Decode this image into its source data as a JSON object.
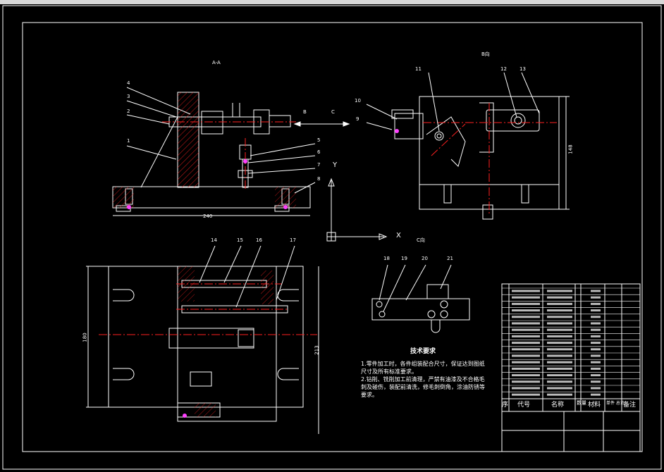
{
  "window": {
    "title_bar_glyph": ""
  },
  "drawing": {
    "views": {
      "section_aa": "A-A",
      "view_b": "B向",
      "view_c": "C向"
    },
    "view_direction_labels": {
      "b": "B",
      "c": "C",
      "axis_y": "Y",
      "axis_x": "X"
    },
    "part_numbers": [
      "1",
      "2",
      "3",
      "4",
      "5",
      "6",
      "7",
      "8",
      "9",
      "10",
      "11",
      "12",
      "13",
      "14",
      "15",
      "16",
      "17",
      "18",
      "19",
      "20",
      "21"
    ],
    "dimensions": {
      "d240": "240",
      "d148": "148",
      "d180": "180",
      "d213": "213"
    },
    "technical_requirements": {
      "title": "技术要求",
      "items": [
        "1.零件加工时，各件组装配合尺寸，保证达到图纸尺寸及所有标准要求。",
        "2.钻削、铣削加工前清理，严禁有油漆及不合格毛刺及碰伤，装配前清洗，修毛刺倒角，涂油防锈等要求。"
      ]
    },
    "bom": {
      "header": {
        "seq": "序",
        "code": "代号",
        "name": "名称",
        "qty": "数量",
        "material": "材料",
        "weight": "单件 总计",
        "remark": "备注"
      }
    }
  },
  "colors": {
    "background": "#000000",
    "line": "#ffffff",
    "center": "#ff2020",
    "hatch": "#ff2020",
    "highlight": "#ff40ff",
    "border": "#ffffff"
  }
}
